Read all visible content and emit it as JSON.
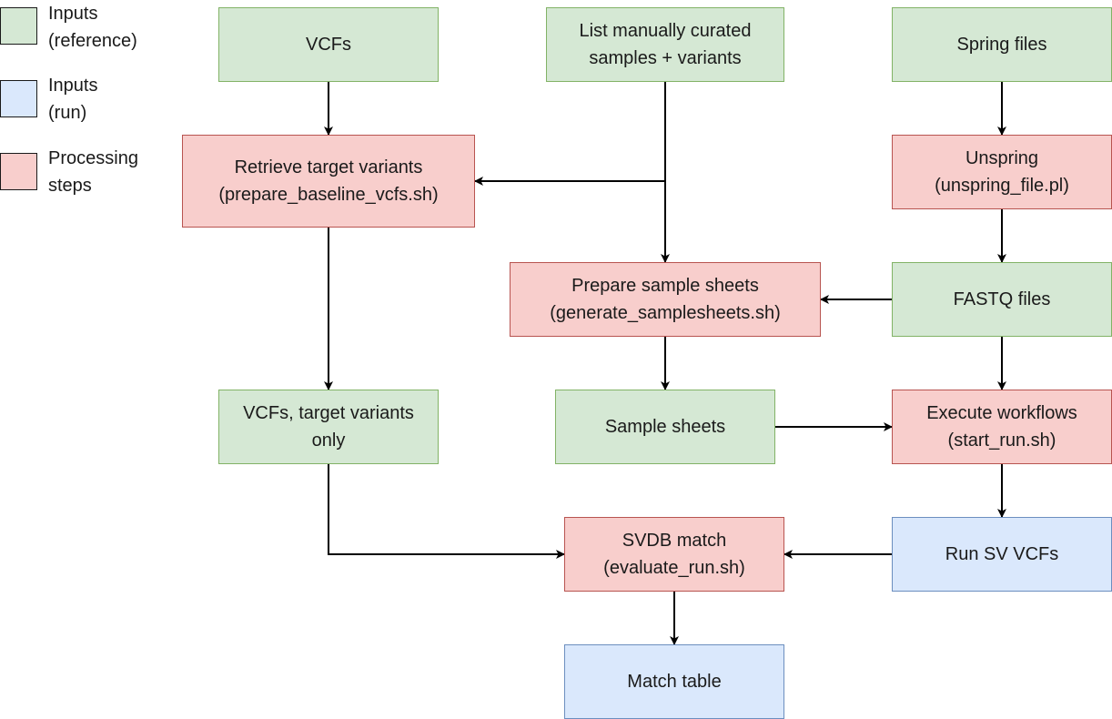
{
  "colors": {
    "reference_fill": "#d5e8d4",
    "reference_stroke": "#82b366",
    "processing_fill": "#f8cecc",
    "processing_stroke": "#b85450",
    "run_fill": "#dae8fc",
    "run_stroke": "#6c8ebf",
    "arrow": "#000000"
  },
  "legend": {
    "reference": "Inputs\n(reference)",
    "run": "Inputs\n(run)",
    "processing": "Processing\nsteps"
  },
  "nodes": {
    "vcfs": "VCFs",
    "curated": "List manually curated\nsamples + variants",
    "spring_files": "Spring files",
    "retrieve": "Retrieve target variants\n(prepare_baseline_vcfs.sh)",
    "unspring": "Unspring\n(unspring_file.pl)",
    "prepare_sheets": "Prepare sample sheets\n(generate_samplesheets.sh)",
    "fastq": "FASTQ files",
    "vcfs_target": "VCFs, target variants\nonly",
    "sample_sheets": "Sample sheets",
    "execute": "Execute workflows\n(start_run.sh)",
    "svdb": "SVDB match\n(evaluate_run.sh)",
    "run_sv": "Run SV VCFs",
    "match_table": "Match table"
  }
}
